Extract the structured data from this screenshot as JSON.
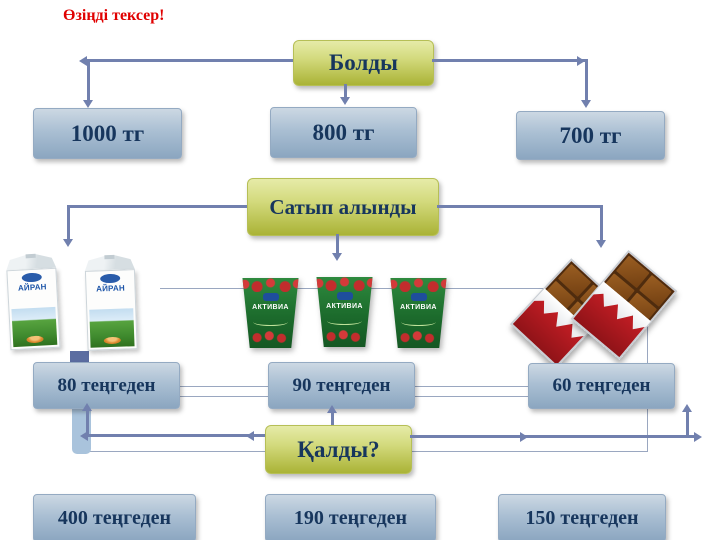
{
  "title": "Өзіңді тексер!",
  "nodes": {
    "result": "Болды",
    "money": [
      "1000 тг",
      "800 тг",
      "700 тг"
    ],
    "purchased": "Сатып алынды",
    "unit_prices": [
      "80 теңгеден",
      "90 теңгеден",
      "60 теңгеден"
    ],
    "remainder_question": "Қалды?",
    "remainders": [
      "400 теңгеден",
      "190 теңгеден",
      "150 теңгеден"
    ]
  },
  "products": {
    "milk_brand": "АЙРАН",
    "yogurt_brand": "АКТИВИА"
  },
  "colors": {
    "yellow_node_top": "#e6eba8",
    "yellow_node_bottom": "#aab336",
    "blue_node_top": "#ccd8e3",
    "blue_node_bottom": "#8ba6c0",
    "node_text": "#17365d",
    "title_red": "#e00000",
    "connector": "#7180ae"
  }
}
